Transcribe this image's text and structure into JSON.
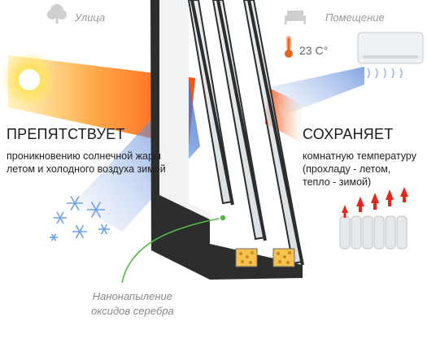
{
  "zones": {
    "outside": "Улица",
    "inside": "Помещение"
  },
  "temperature": "23 C°",
  "left_block": {
    "title": "ПРЕПЯТСТВУЕТ",
    "text": "проникновению солнечной жары\nлетом и холодного воздуха зимой"
  },
  "right_block": {
    "title": "СОХРАНЯЕТ",
    "text": "комнатную температуру\n(прохладу - летом,\nтепло - зимой)"
  },
  "coating_note": "Нанонапыление\nоксидов серебра",
  "icons": {
    "outside": "tree-icon",
    "inside": "bed-icon",
    "thermometer": "thermometer-icon",
    "air_conditioner": "air-conditioner-icon",
    "radiator": "radiator-icon",
    "snowflakes": "snowflake-icon",
    "sun": "sun-icon"
  },
  "colors": {
    "heat_beam": "#ff5a1a",
    "cold_beam": "#5b86d8",
    "coating_line": "#58b847",
    "frame": "#2b2d2e"
  }
}
